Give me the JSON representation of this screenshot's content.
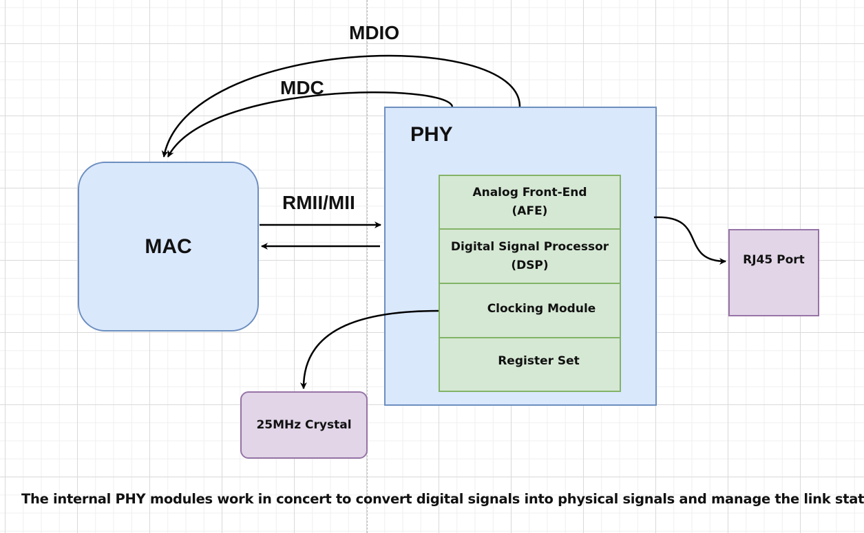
{
  "diagram": {
    "nodes": {
      "mac": {
        "label": "MAC"
      },
      "phy": {
        "label": "PHY",
        "modules": [
          {
            "label_line1": "Analog Front-End",
            "label_line2": "(AFE)"
          },
          {
            "label_line1": "Digital Signal Processor",
            "label_line2": "(DSP)"
          },
          {
            "label_line1": "Clocking Module",
            "label_line2": ""
          },
          {
            "label_line1": "Register Set",
            "label_line2": ""
          }
        ]
      },
      "rj45": {
        "label": "RJ45 Port"
      },
      "crystal": {
        "label": "25MHz Crystal"
      }
    },
    "edges": {
      "mdio": {
        "label": "MDIO",
        "from": "PHY",
        "to": "MAC"
      },
      "mdc": {
        "label": "MDC",
        "from": "PHY",
        "to": "MAC"
      },
      "rmii": {
        "label": "RMII/MII",
        "from": "MAC",
        "to": "PHY",
        "bidirectional": true
      },
      "phy_to_rj45": {
        "from": "PHY",
        "to": "RJ45 Port"
      },
      "clock_to_crystal": {
        "from": "Clocking Module",
        "to": "25MHz Crystal"
      }
    },
    "colors": {
      "blue_fill": "#dae8fc",
      "blue_stroke": "#6c8ebf",
      "green_fill": "#d5e8d4",
      "green_stroke": "#82b366",
      "purple_fill": "#e1d5e7",
      "purple_stroke": "#9673a6"
    }
  },
  "caption": "The internal PHY modules work in concert to convert digital signals into physical signals and manage the link status."
}
